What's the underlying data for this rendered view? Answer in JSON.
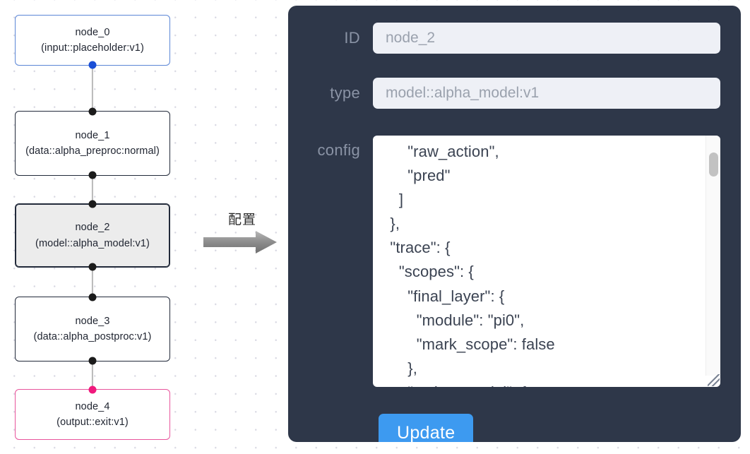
{
  "graph": {
    "nodes": [
      {
        "name": "node_0",
        "title": "node_0",
        "subtitle": "(input::placeholder:v1)",
        "kind": "input",
        "selected": false
      },
      {
        "name": "node_1",
        "title": "node_1",
        "subtitle": "(data::alpha_preproc:normal)",
        "kind": "default",
        "selected": false
      },
      {
        "name": "node_2",
        "title": "node_2",
        "subtitle": "(model::alpha_model:v1)",
        "kind": "default",
        "selected": true
      },
      {
        "name": "node_3",
        "title": "node_3",
        "subtitle": "(data::alpha_postproc:v1)",
        "kind": "default",
        "selected": false
      },
      {
        "name": "node_4",
        "title": "node_4",
        "subtitle": "(output::exit:v1)",
        "kind": "output",
        "selected": false
      }
    ],
    "colors": {
      "input_border": "#5b86d6",
      "output_border": "#e8549c",
      "default_border": "#222a3a",
      "selected_fill": "#ececec",
      "edge": "#b9b9b9",
      "handle": "#1b1b1b",
      "handle_input": "#1a4fd6",
      "handle_output": "#f0197d"
    }
  },
  "annotation": {
    "label": "配置",
    "arrow": "right-arrow"
  },
  "panel": {
    "background_color": "#2e3749",
    "accent_color": "#3d9af0",
    "fields": [
      {
        "label": "ID",
        "value": "node_2",
        "placeholder": "node_2"
      },
      {
        "label": "type",
        "value": "model::alpha_model:v1",
        "placeholder": "model::alpha_model:v1"
      }
    ],
    "config": {
      "label": "config",
      "text": "      \"raw_action\",\n      \"pred\"\n    ]\n  },\n  \"trace\": {\n    \"scopes\": {\n      \"final_layer\": {\n        \"module\": \"pi0\",\n        \"mark_scope\": false\n      },\n      \"action_model\": {"
    },
    "update_label": "Update"
  }
}
